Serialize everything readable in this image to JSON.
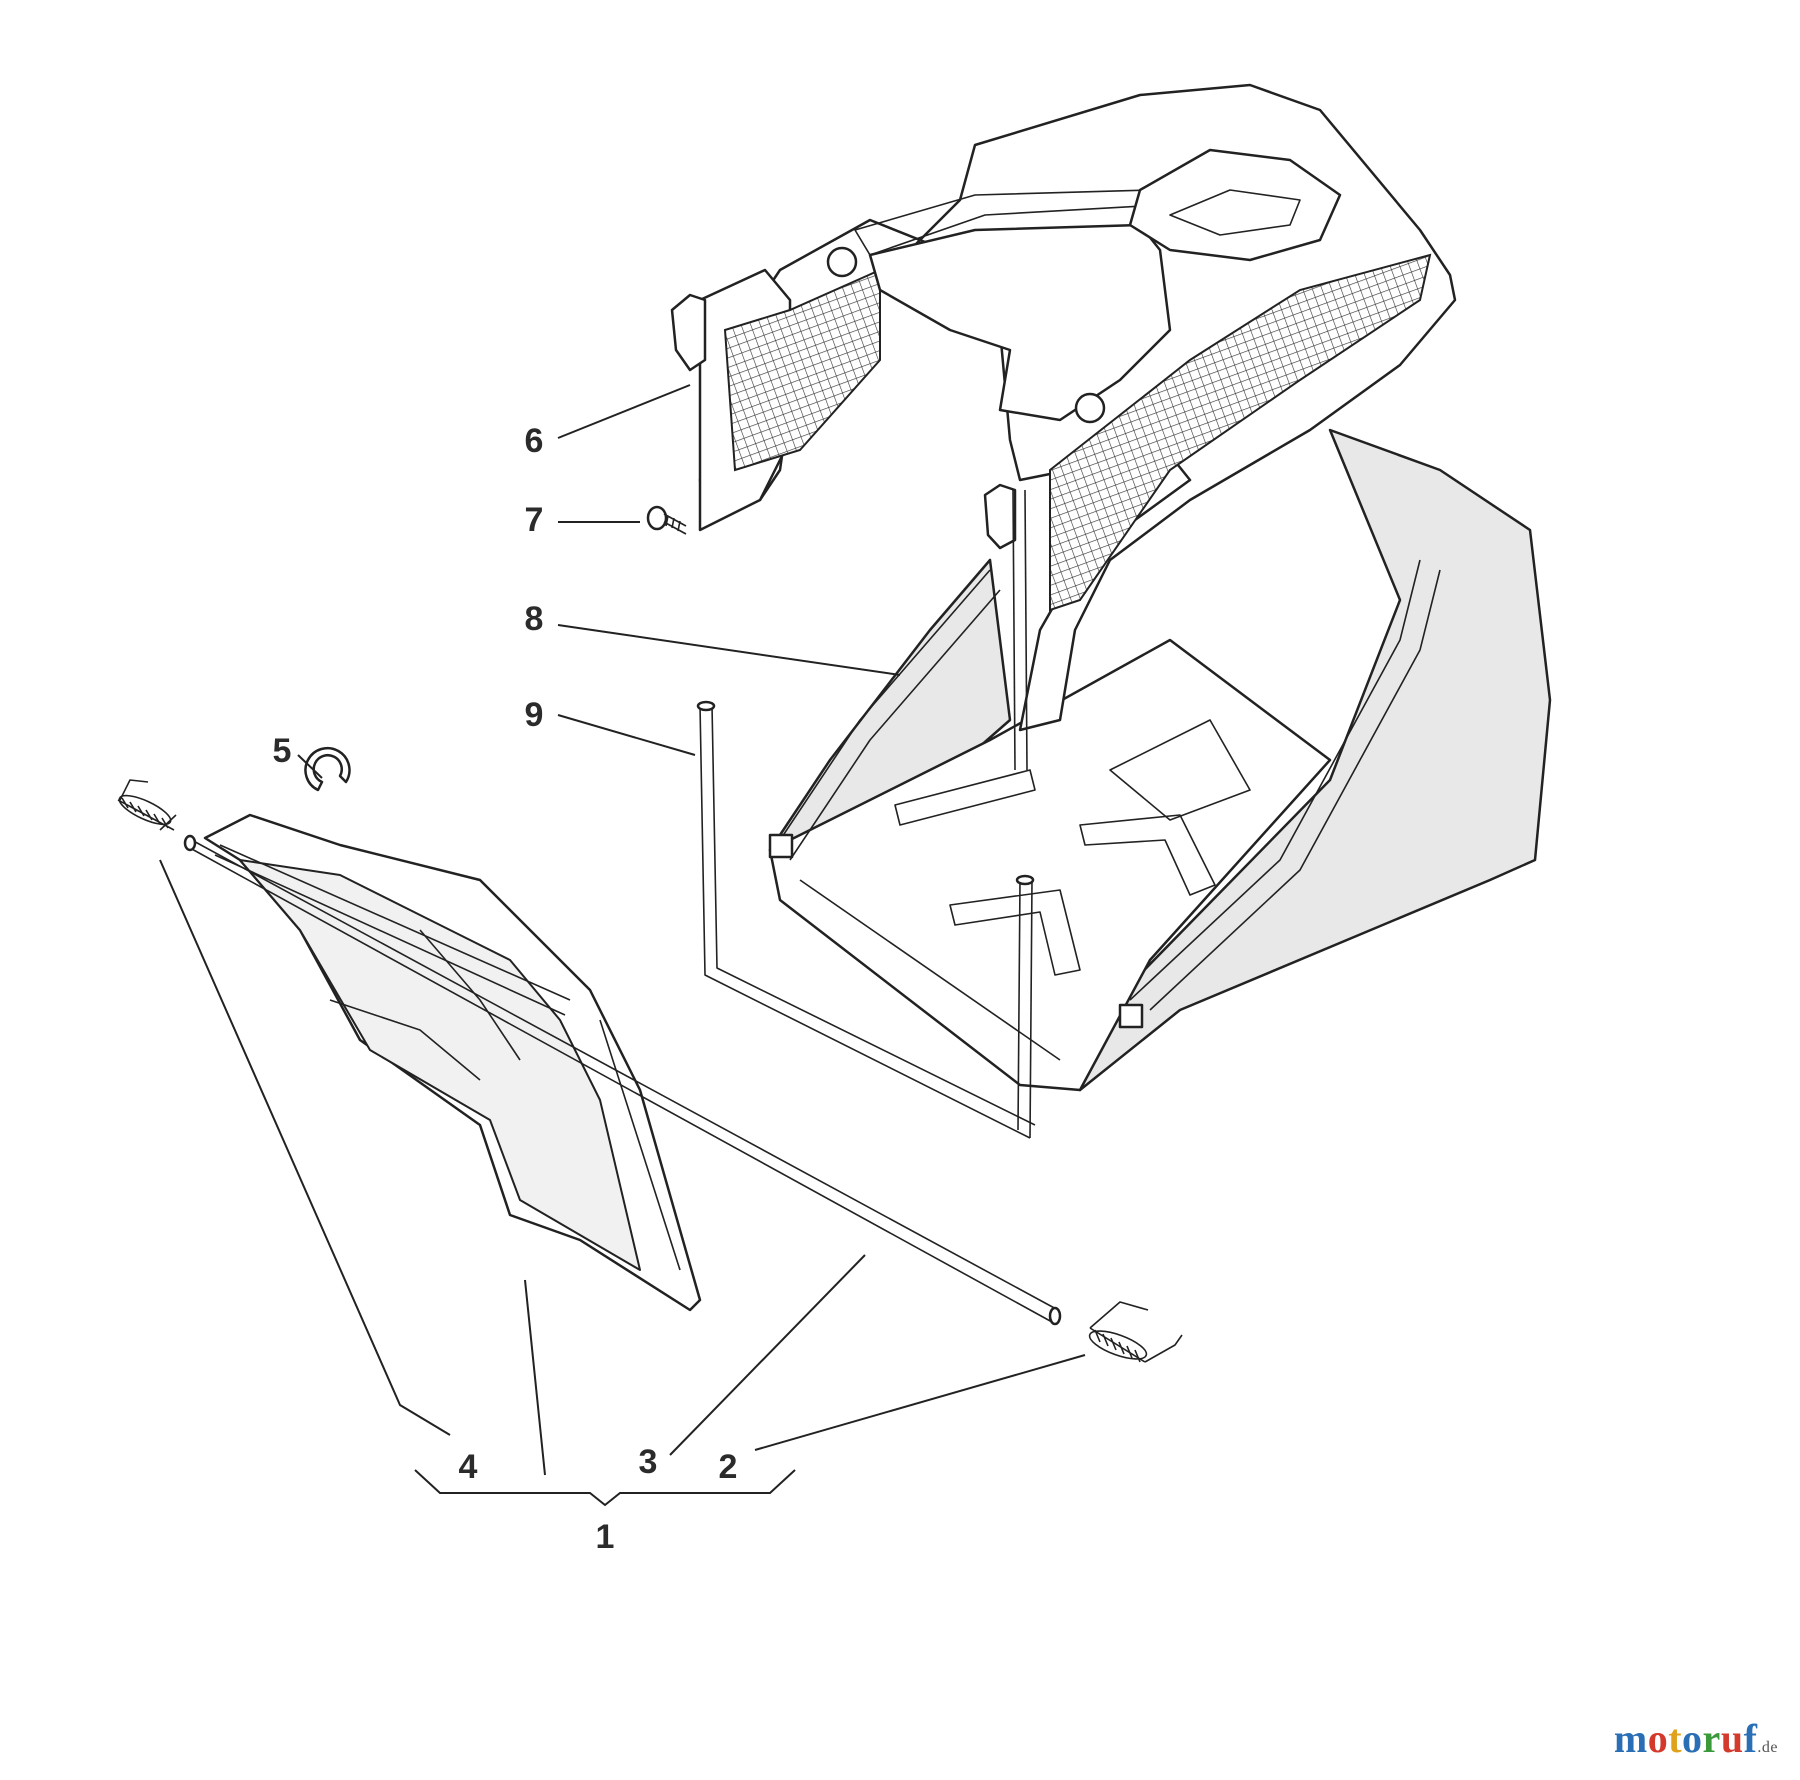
{
  "callouts": [
    "1",
    "2",
    "3",
    "4",
    "5",
    "6",
    "7",
    "8",
    "9"
  ],
  "watermark": {
    "letters": [
      "m",
      "o",
      "t",
      "o",
      "r",
      "u",
      "f"
    ],
    "letter_colors": [
      "#2a6fb5",
      "#d33a2c",
      "#e0a21b",
      "#2a6fb5",
      "#3a9a3a",
      "#d33a2c",
      "#2a6fb5"
    ],
    "suffix": ".de"
  },
  "colors": {
    "line": "#222222",
    "bag_fill": "#e8e8e8",
    "background": "#ffffff"
  }
}
